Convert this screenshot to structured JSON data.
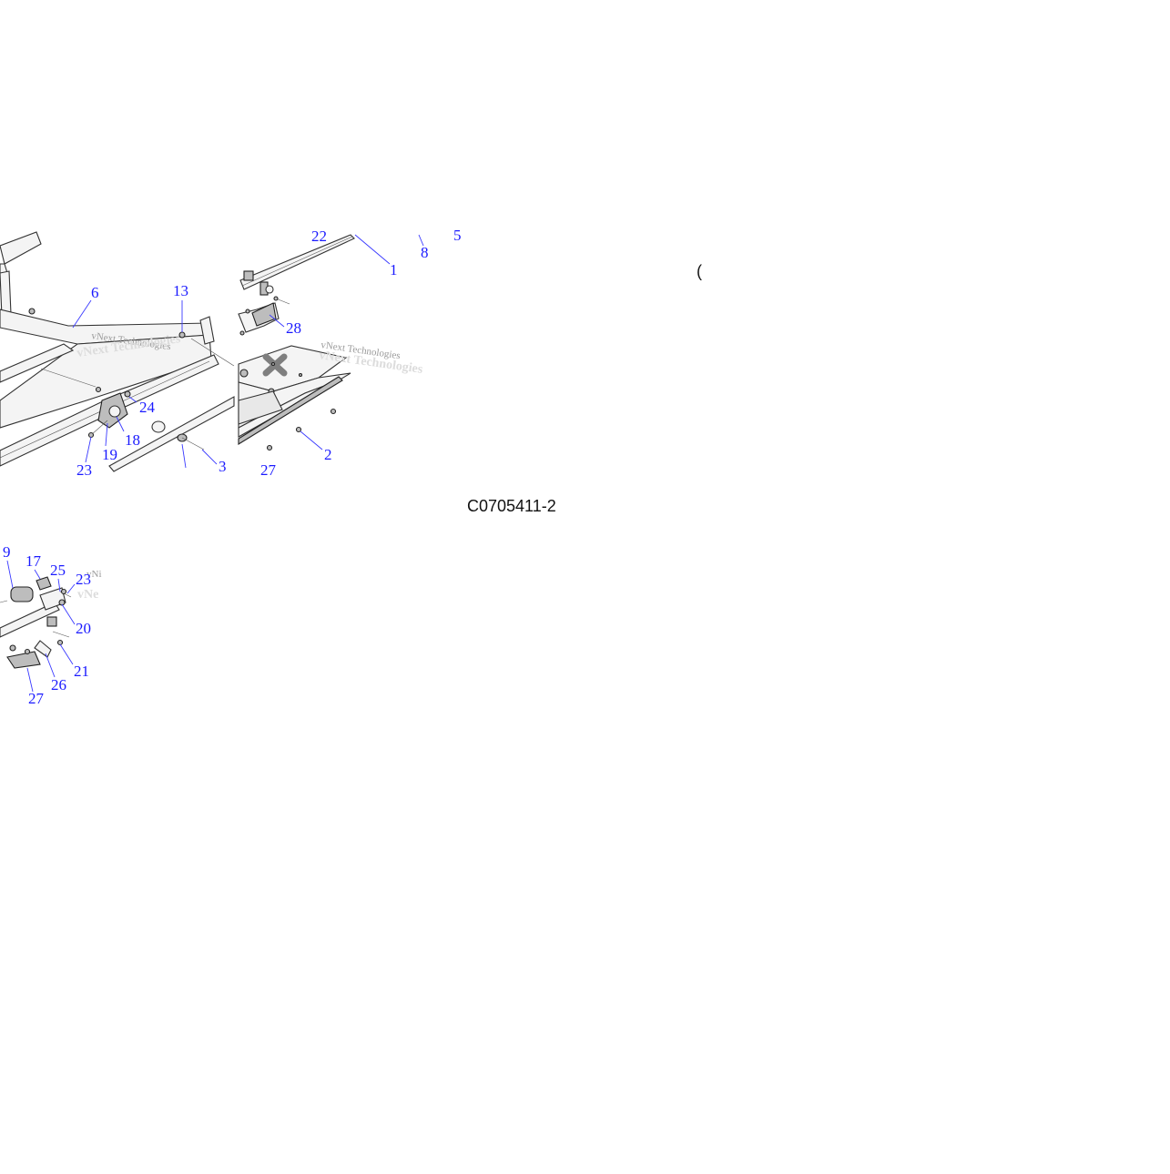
{
  "diagram": {
    "drawing_code": "C0705411-2",
    "stray_glyph": "(",
    "watermark_text": "vNext Technologies",
    "watermark_short": "vNi",
    "callouts_top": [
      "22",
      "8",
      "5",
      "1",
      "6",
      "13",
      "28",
      "24",
      "18",
      "19",
      "23",
      "3",
      "27",
      "2"
    ],
    "callouts_bottom": [
      "9",
      "17",
      "25",
      "23",
      "20",
      "21",
      "26",
      "27"
    ]
  }
}
